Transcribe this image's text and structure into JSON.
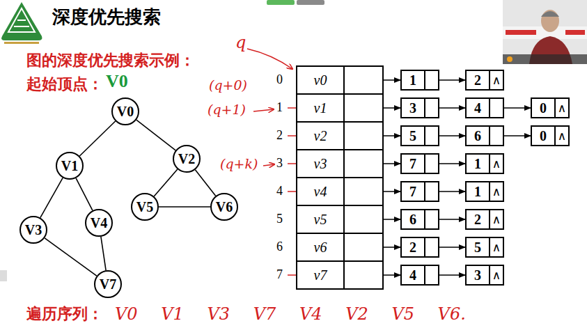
{
  "diagram": {
    "title": "深度优先搜索",
    "nodes": [
      {
        "text": [
          "V0"
        ]
      },
      {
        "text": [
          "V1"
        ]
      },
      {
        "text": [
          "V2"
        ]
      },
      {
        "text": [
          "V3"
        ]
      },
      {
        "text": [
          "V4"
        ]
      },
      {
        "text": [
          "V5"
        ]
      },
      {
        "text": [
          "V6"
        ]
      },
      {
        "text": [
          "V7"
        ]
      },
      {
        "text": [
          "v0"
        ]
      },
      {
        "text": [
          "1"
        ]
      },
      {
        "text": [
          "2",
          "∧"
        ]
      },
      {
        "text": [
          "v1"
        ]
      },
      {
        "text": [
          "3"
        ]
      },
      {
        "text": [
          "4"
        ]
      },
      {
        "text": [
          "0",
          "∧"
        ]
      },
      {
        "text": [
          "v2"
        ]
      },
      {
        "text": [
          "5"
        ]
      },
      {
        "text": [
          "6"
        ]
      },
      {
        "text": [
          "0",
          "∧"
        ]
      },
      {
        "text": [
          "v3"
        ]
      },
      {
        "text": [
          "7"
        ]
      },
      {
        "text": [
          "1",
          "∧"
        ]
      },
      {
        "text": [
          "v4"
        ]
      },
      {
        "text": [
          "7"
        ]
      },
      {
        "text": [
          "1",
          "∧"
        ]
      },
      {
        "text": [
          "v5"
        ]
      },
      {
        "text": [
          "6"
        ]
      },
      {
        "text": [
          "2",
          "∧"
        ]
      },
      {
        "text": [
          "v6"
        ]
      },
      {
        "text": [
          "2"
        ]
      },
      {
        "text": [
          "5",
          "∧"
        ]
      },
      {
        "text": [
          "v7"
        ]
      },
      {
        "text": [
          "4"
        ]
      },
      {
        "text": [
          "3",
          "∧"
        ]
      }
    ],
    "edges": [
      {
        "from": 0,
        "to": 1,
        "arrow": "none"
      },
      {
        "from": 0,
        "to": 2,
        "arrow": "none"
      },
      {
        "from": 1,
        "to": 3,
        "arrow": "none"
      },
      {
        "from": 1,
        "to": 4,
        "arrow": "none"
      },
      {
        "from": 3,
        "to": 7,
        "arrow": "none"
      },
      {
        "from": 4,
        "to": 7,
        "arrow": "none"
      },
      {
        "from": 2,
        "to": 5,
        "arrow": "none"
      },
      {
        "from": 2,
        "to": 6,
        "arrow": "none"
      },
      {
        "from": 5,
        "to": 6,
        "arrow": "none"
      },
      {
        "from": 8,
        "to": 9,
        "arrow": "to"
      },
      {
        "from": 9,
        "to": 10,
        "arrow": "to"
      },
      {
        "from": 11,
        "to": 12,
        "arrow": "to"
      },
      {
        "from": 12,
        "to": 13,
        "arrow": "to"
      },
      {
        "from": 13,
        "to": 14,
        "arrow": "to"
      },
      {
        "from": 15,
        "to": 16,
        "arrow": "to"
      },
      {
        "from": 16,
        "to": 17,
        "arrow": "to"
      },
      {
        "from": 17,
        "to": 18,
        "arrow": "to"
      },
      {
        "from": 19,
        "to": 20,
        "arrow": "to"
      },
      {
        "from": 20,
        "to": 21,
        "arrow": "to"
      },
      {
        "from": 22,
        "to": 23,
        "arrow": "to"
      },
      {
        "from": 23,
        "to": 24,
        "arrow": "to"
      },
      {
        "from": 25,
        "to": 26,
        "arrow": "to"
      },
      {
        "from": 26,
        "to": 27,
        "arrow": "to"
      },
      {
        "from": 28,
        "to": 29,
        "arrow": "to"
      },
      {
        "from": 29,
        "to": 30,
        "arrow": "to"
      },
      {
        "from": 31,
        "to": 32,
        "arrow": "to"
      },
      {
        "from": 32,
        "to": 33,
        "arrow": "to"
      }
    ],
    "labels": [
      "0",
      "1",
      "2",
      "3",
      "4",
      "5",
      "6",
      "7",
      "图的深度优先搜索示例：",
      "起始顶点：",
      "V0",
      "遍历序列：",
      "V0 V1 V3 V7 V4 V2 V5 V6.",
      "q",
      "(q+0)",
      "(q+1)",
      "(q+k)"
    ]
  }
}
